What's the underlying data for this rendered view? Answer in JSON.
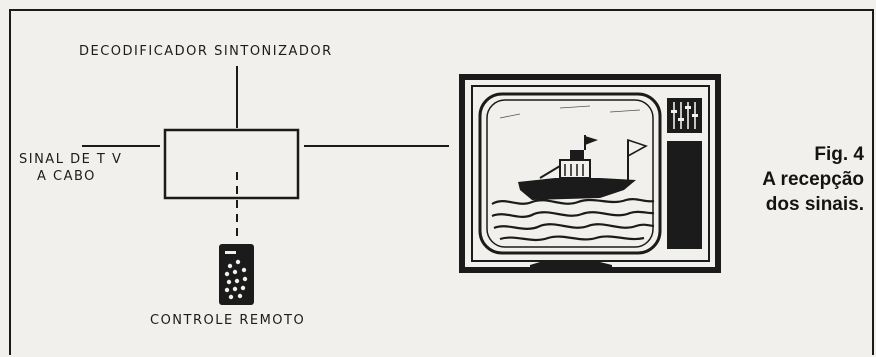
{
  "labels": {
    "decoder": "DECODIFICADOR SINTONIZADOR",
    "signal_line1": "SINAL DE T V",
    "signal_line2": "A CABO",
    "remote": "CONTROLE REMOTO"
  },
  "caption": {
    "line1": "Fig. 4",
    "line2": "A recepção",
    "line3": "dos sinais."
  },
  "colors": {
    "ink": "#1b1b1b",
    "paper": "#f1f0ec"
  }
}
